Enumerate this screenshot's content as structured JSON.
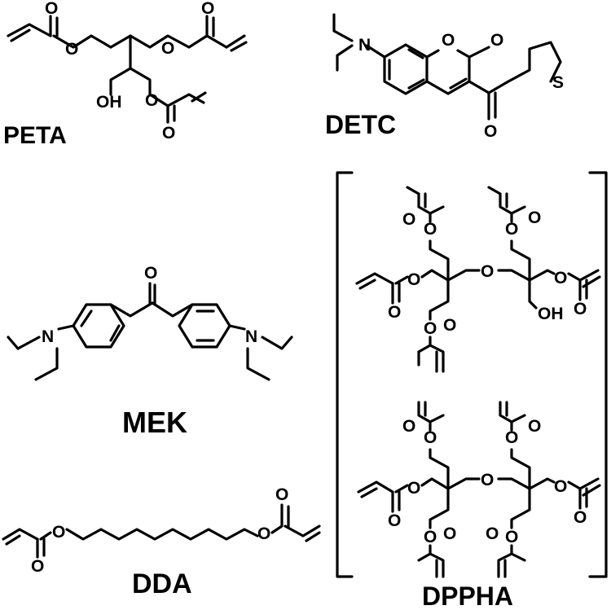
{
  "labels": {
    "peta": "PETA",
    "detc": "DETC",
    "mek": "MEK",
    "dda": "DDA",
    "dppha": "DPPHA"
  },
  "atoms": {
    "oxygen": "O",
    "nitrogen": "N",
    "sulfur": "S",
    "hydroxyl": "OH"
  }
}
